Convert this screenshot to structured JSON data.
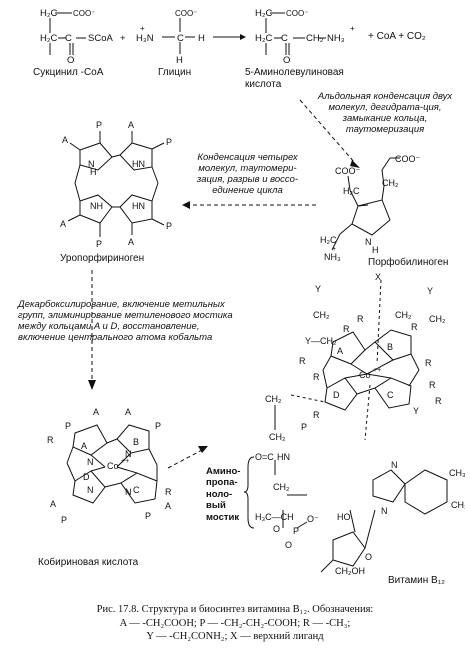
{
  "reaction": {
    "succinyl_coa": "Сукцинил -CoA",
    "glycine": "Глицин",
    "ala": "5-Аминолевулиновая кислота",
    "products": "+ CoA + CO₂"
  },
  "steps": {
    "aldol": "Альдольная конденсация двух молекул, дегидрата-ция, замыкание кольца, таутомеризация",
    "condense4": "Конденсация четырех молекул, таутомери-зация, разрыв и воссо-единение цикла",
    "decarb": "Декарбоксилирование, включение метильных групп, элиминирование метиленового мостика между кольцами A и D, восстановление, включение центрального атома кобальта"
  },
  "compounds": {
    "porphobilinogen": "Порфобилиноген",
    "uroporphyrinogen": "Уропорфириноген",
    "cobyrinic": "Кобириновая кислота",
    "vitamin": "Витамин B₁₂"
  },
  "aminopropanol_label": "Амино-пропа-ноло-вый мостик",
  "caption": {
    "line1": "Рис. 17.8. Структура и биосинтез витамина B₁₂. Обозначения:",
    "line2": "A — -CH₂COOH;  P — -CH₂-CH₂-COOH;  R — -CH₃;",
    "line3": "Y — -CH₂CONH₂;  X — верхний лиганд"
  }
}
